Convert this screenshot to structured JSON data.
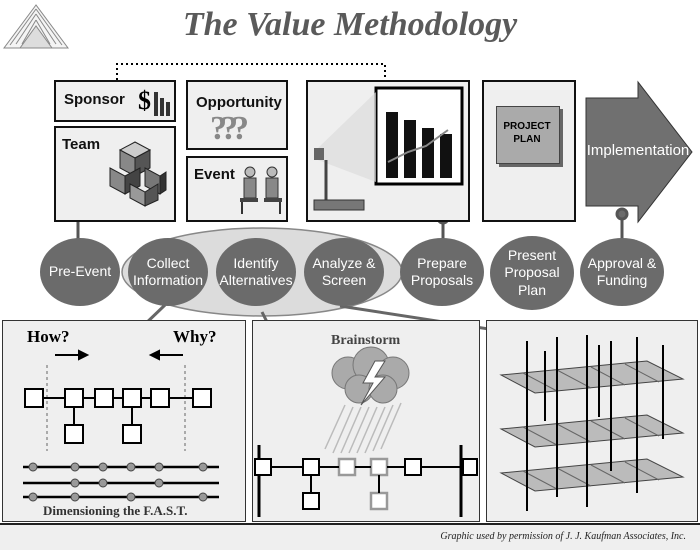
{
  "title": "The Value Methodology",
  "panels": {
    "sponsor": "Sponsor",
    "opportunity": "Opportunity",
    "team": "Team",
    "event": "Event",
    "project_plan": "PROJECT\nPLAN",
    "implementation": "Implementation"
  },
  "steps": [
    {
      "label": "Pre-Event"
    },
    {
      "label": "Collect\nInformation"
    },
    {
      "label": "Identify\nAlternatives"
    },
    {
      "label": "Analyze &\nScreen"
    },
    {
      "label": "Prepare\nProposals"
    },
    {
      "label": "Present\nProposal\nPlan"
    },
    {
      "label": "Approval &\nFunding"
    }
  ],
  "fast": {
    "how": "How?",
    "why": "Why?",
    "caption": "Dimensioning the F.A.S.T."
  },
  "brainstorm": {
    "label": "Brainstorm"
  },
  "credit": "Graphic used by permission of J. J. Kaufman Associates, Inc.",
  "colors": {
    "step_fill": "#6b6b6b",
    "arrow_fill": "#707070",
    "panel_bg": "#efefef"
  }
}
